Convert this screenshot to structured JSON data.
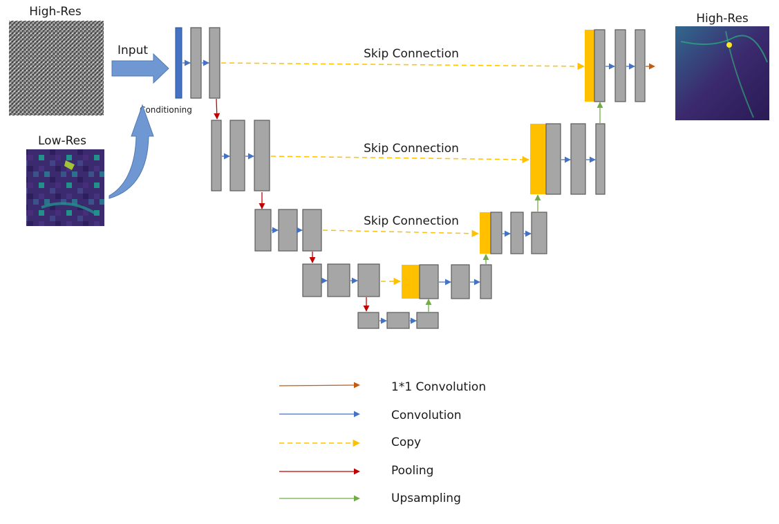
{
  "labels": {
    "input_highres": "High-Res",
    "input": "Input",
    "conditioning": "Conditioning",
    "lowres": "Low-Res",
    "output_highres": "High-Res",
    "skip_1": "Skip Connection",
    "skip_2": "Skip Connection",
    "skip_3": "Skip Connection"
  },
  "legend": [
    {
      "label": "1*1 Convolution",
      "color": "#c55a11",
      "style": "solid"
    },
    {
      "label": "Convolution",
      "color": "#4472c4",
      "style": "solid"
    },
    {
      "label": "Copy",
      "color": "#ffc000",
      "style": "dashed"
    },
    {
      "label": "Pooling",
      "color": "#c00000",
      "style": "solid"
    },
    {
      "label": "Upsampling",
      "color": "#70ad47",
      "style": "solid"
    }
  ],
  "colors": {
    "block_fill": "#a6a6a6",
    "block_stroke": "#595959",
    "copy_block": "#ffc000",
    "input_layer": "#4472c4",
    "flow_arrow": "#6f98d2"
  }
}
